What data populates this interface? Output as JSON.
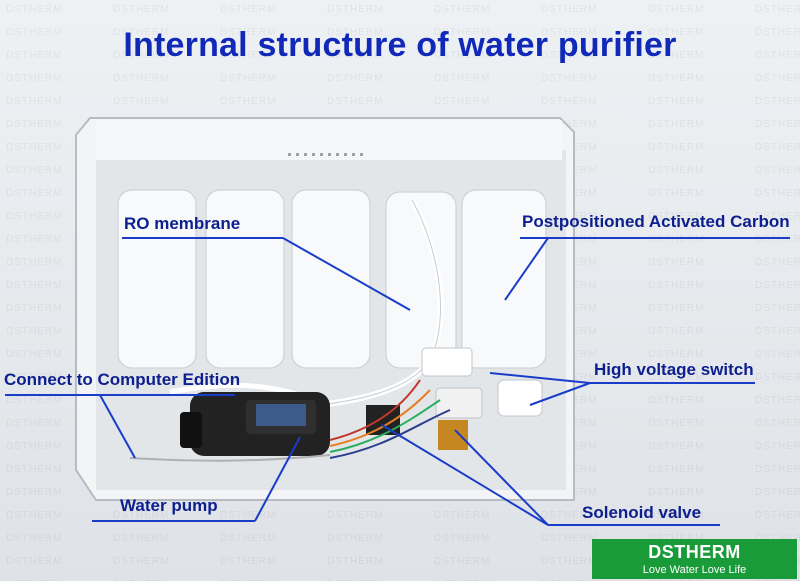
{
  "title": "Internal structure of water purifier",
  "labels": {
    "ro_membrane": "RO membrane",
    "post_carbon": "Postpositioned Activated Carbon",
    "high_voltage_switch": "High voltage switch",
    "connect_computer": "Connect to Computer Edition",
    "water_pump": "Water pump",
    "solenoid_valve": "Solenoid valve"
  },
  "watermark": "DSTHERM",
  "logo": {
    "brand": "DSTHERM",
    "tagline": "Love Water Love Life"
  },
  "colors": {
    "title": "#1029b8",
    "label": "#0d1f8f",
    "leader_line": "#1a3cc9",
    "logo_bg": "#1a9b3a"
  }
}
